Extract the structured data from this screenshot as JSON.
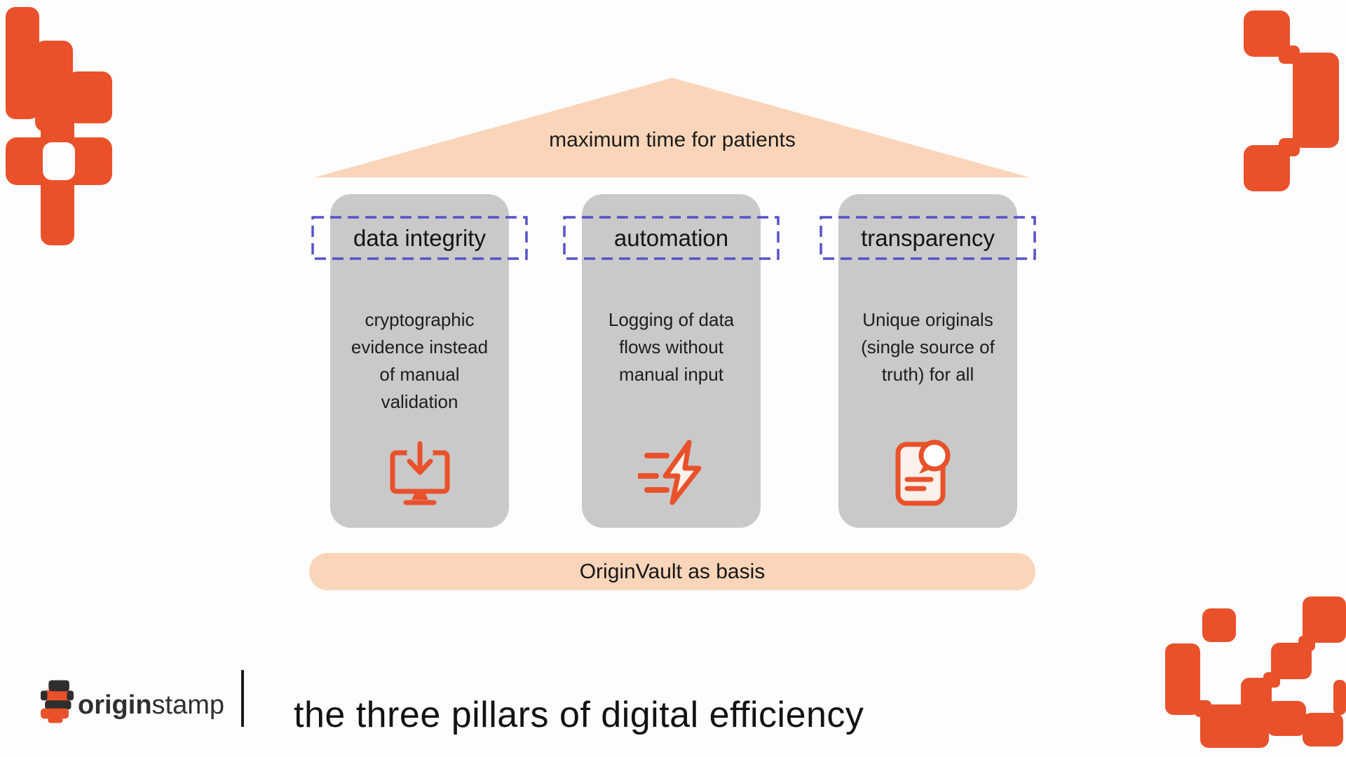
{
  "colors": {
    "accent_orange": "#E9512B",
    "roof_peach": "#FAD5B9",
    "pillar_gray": "#C9C9C9",
    "dashed_outline_purple": "#5851C8",
    "text_dark": "#1B1B1B",
    "logo_dark": "#2E2E2E"
  },
  "roof": {
    "label": "maximum time for patients"
  },
  "pillars": [
    {
      "title": "data integrity",
      "description": [
        "cryptographic",
        "evidence instead",
        "of manual",
        "validation"
      ],
      "icon": "monitor-download-icon"
    },
    {
      "title": "automation",
      "description": [
        "Logging of data",
        "flows without",
        "manual input"
      ],
      "icon": "speed-lightning-icon"
    },
    {
      "title": "transparency",
      "description": [
        "Unique originals",
        "(single source of",
        "truth) for all"
      ],
      "icon": "document-chat-icon"
    }
  ],
  "base": {
    "label": "OriginVault as basis"
  },
  "footer": {
    "brand_bold": "origin",
    "brand_regular": "stamp",
    "title": "the three pillars of digital efficiency"
  }
}
